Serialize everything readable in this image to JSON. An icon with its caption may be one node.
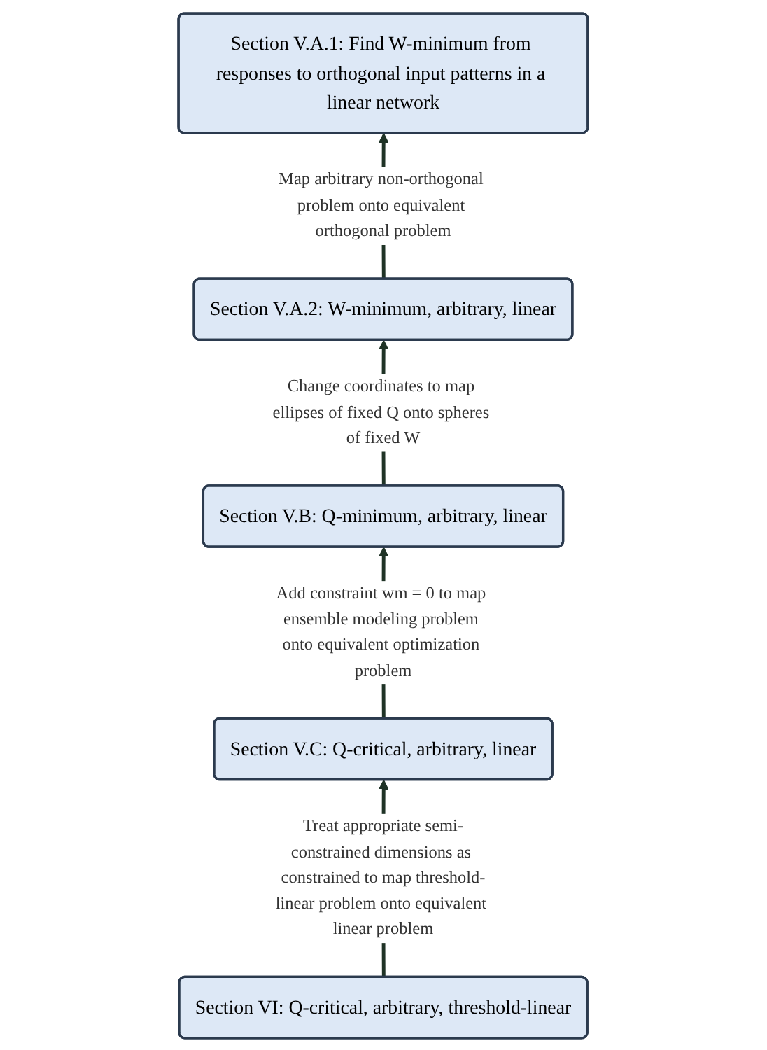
{
  "diagram": {
    "nodes": [
      {
        "text": [
          "Section V.A.1: Find W-minimum from responses to orthogonal input patterns in a linear network"
        ]
      },
      {
        "text": [
          "Section V.A.2: W-minimum, arbitrary, linear"
        ]
      },
      {
        "text": [
          "Section V.B: Q-minimum, arbitrary, linear"
        ]
      },
      {
        "text": [
          "Section V.C: Q-critical, arbitrary, linear"
        ]
      },
      {
        "text": [
          "Section VI: Q-critical, arbitrary, threshold-linear"
        ]
      }
    ],
    "edges": [
      {
        "from": 1,
        "to": 0,
        "arrow": "to",
        "label": "Map arbitrary non-orthogonal problem onto equivalent orthogonal problem"
      },
      {
        "from": 2,
        "to": 1,
        "arrow": "to",
        "label": "Change coordinates to map ellipses of fixed Q onto spheres of fixed W"
      },
      {
        "from": 3,
        "to": 2,
        "arrow": "to",
        "label": "Add constraint wm = 0 to map ensemble modeling problem onto equivalent optimization problem"
      },
      {
        "from": 4,
        "to": 3,
        "arrow": "to",
        "label": "Treat appropriate semi-constrained dimensions as constrained to map threshold-linear problem onto equivalent linear problem"
      }
    ]
  }
}
